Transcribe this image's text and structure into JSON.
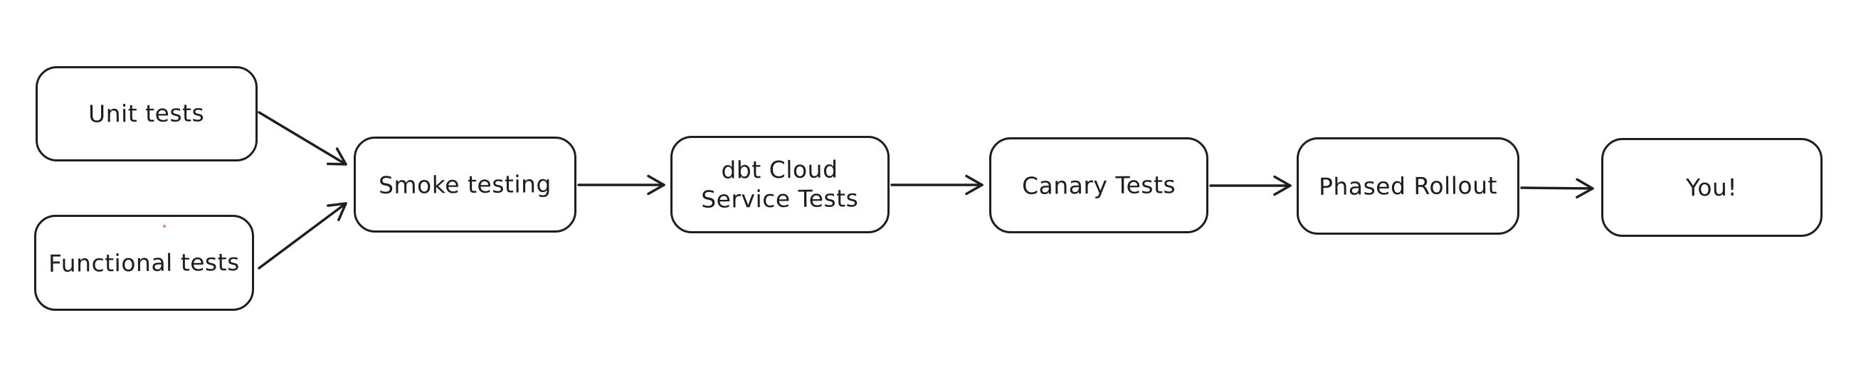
{
  "canvas": {
    "background_color": "#ffffff",
    "stroke_color": "#1e1e1e",
    "artifact_dot_color": "#e57f7f"
  },
  "nodes": [
    {
      "id": "unit-tests",
      "label": "Unit tests"
    },
    {
      "id": "functional-tests",
      "label": "Functional tests"
    },
    {
      "id": "smoke-testing",
      "label": "Smoke testing"
    },
    {
      "id": "dbt-cloud-service-tests",
      "label": "dbt Cloud\nService Tests"
    },
    {
      "id": "canary-tests",
      "label": "Canary Tests"
    },
    {
      "id": "phased-rollout",
      "label": "Phased Rollout"
    },
    {
      "id": "you",
      "label": "You!"
    }
  ],
  "edges": [
    {
      "from": "unit-tests",
      "to": "smoke-testing"
    },
    {
      "from": "functional-tests",
      "to": "smoke-testing"
    },
    {
      "from": "smoke-testing",
      "to": "dbt-cloud-service-tests"
    },
    {
      "from": "dbt-cloud-service-tests",
      "to": "canary-tests"
    },
    {
      "from": "canary-tests",
      "to": "phased-rollout"
    },
    {
      "from": "phased-rollout",
      "to": "you"
    }
  ]
}
